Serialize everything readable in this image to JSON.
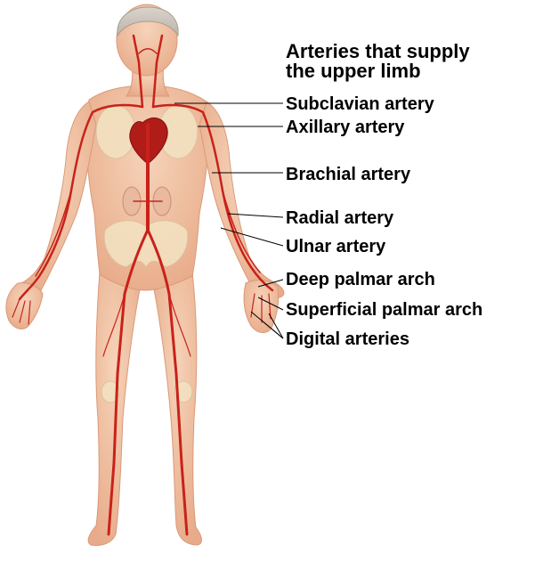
{
  "title": {
    "line1": "Arteries that supply",
    "line2": "the upper limb"
  },
  "labels": [
    "Subclavian artery",
    "Axillary artery",
    "Brachial artery",
    "Radial artery",
    "Ulnar artery",
    "Deep palmar arch",
    "Superficial palmar arch",
    "Digital arteries"
  ],
  "colors": {
    "skin": "#f2c4a6",
    "skin_shade": "#e6a988",
    "bone": "#f3e3c2",
    "artery": "#c8221a",
    "heart": "#b01c18",
    "lung": "#f1d9bd",
    "text": "#000000",
    "leader": "#000000"
  }
}
